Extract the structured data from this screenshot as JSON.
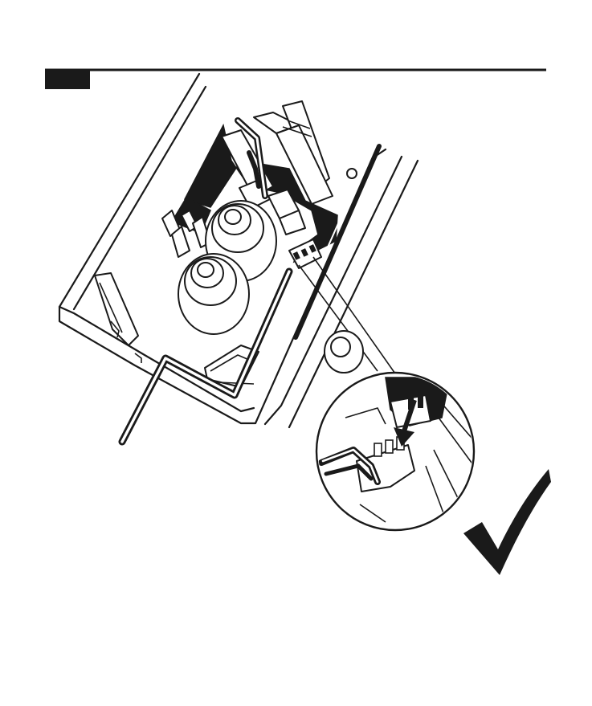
{
  "figure": {
    "step_tab": {
      "color": "#1a1a1a"
    },
    "rule": {
      "color": "#1a1a1a"
    },
    "line_color": "#1a1a1a",
    "background": "#ffffff",
    "icons": {
      "housing": "device-housing",
      "bulbs": "capacitor-pair",
      "wire": "lead-wire",
      "connector": "terminal-connector",
      "zoom": "magnifier-callout",
      "check": "checkmark-icon"
    }
  }
}
